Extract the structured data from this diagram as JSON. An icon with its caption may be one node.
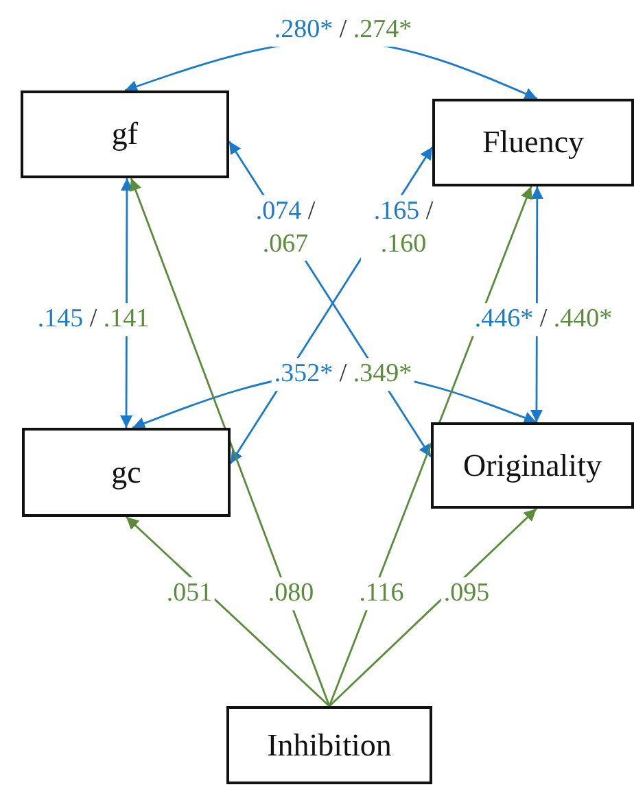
{
  "diagram": {
    "nodes": [
      {
        "text": [
          "gf"
        ]
      },
      {
        "text": [
          "Fluency"
        ]
      },
      {
        "text": [
          "gc"
        ]
      },
      {
        "text": [
          "Originality"
        ]
      },
      {
        "text": [
          "Inhibition"
        ]
      }
    ],
    "edges": [
      {
        "from": 0,
        "to": 1,
        "arrow": "both",
        "label": ".280* / .274*"
      },
      {
        "from": 0,
        "to": 2,
        "arrow": "both",
        "label": ".145 / .141"
      },
      {
        "from": 1,
        "to": 3,
        "arrow": "both",
        "label": ".446* / .440*"
      },
      {
        "from": 0,
        "to": 3,
        "arrow": "both",
        "label": ".074 / .067"
      },
      {
        "from": 1,
        "to": 2,
        "arrow": "both",
        "label": ".165 / .160"
      },
      {
        "from": 2,
        "to": 3,
        "arrow": "both",
        "label": ".352* / .349*"
      },
      {
        "from": 4,
        "to": 2,
        "arrow": "to",
        "label": ".051",
        "color": "#5a8c3c"
      },
      {
        "from": 4,
        "to": 0,
        "arrow": "to",
        "label": ".080",
        "color": "#5a8c3c"
      },
      {
        "from": 4,
        "to": 1,
        "arrow": "to",
        "label": ".116",
        "color": "#5a8c3c"
      },
      {
        "from": 4,
        "to": 3,
        "arrow": "to",
        "label": ".095",
        "color": "#5a8c3c"
      }
    ]
  }
}
